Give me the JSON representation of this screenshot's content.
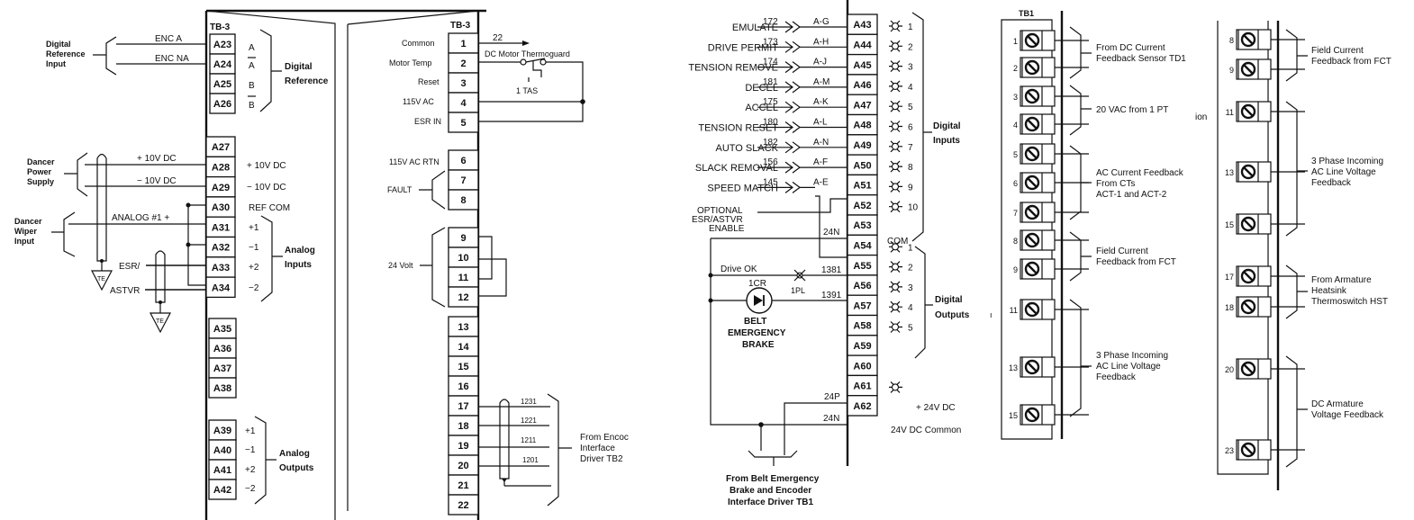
{
  "colors": {
    "ink": "#111111",
    "background": "#ffffff"
  },
  "panel_left": {
    "tb_label": "TB-3",
    "terminals_a": [
      "A23",
      "A24",
      "A25",
      "A26"
    ],
    "terminals_b": [
      "A27",
      "A28",
      "A29",
      "A30",
      "A31",
      "A32",
      "A33",
      "A34"
    ],
    "terminals_c": [
      "A35",
      "A36",
      "A37",
      "A38"
    ],
    "terminals_d": [
      "A39",
      "A40",
      "A41",
      "A42"
    ],
    "digital_ref_signals": [
      "A",
      "A",
      "B",
      "B"
    ],
    "digital_ref_label_1": "Digital",
    "digital_ref_label_2": "Reference",
    "digital_ref_input_lines": [
      "Digital",
      "Reference",
      "Input"
    ],
    "enc_a": "ENC A",
    "enc_na": "ENC NA",
    "dancer_power_lines": [
      "Dancer",
      "Power",
      "Supply"
    ],
    "plus10": "+ 10V DC",
    "minus10": "− 10V DC",
    "plus10_term": "+ 10V DC",
    "minus10_term": "− 10V DC",
    "ref_com": "REF COM",
    "dancer_wiper_lines": [
      "Dancer",
      "Wiper",
      "Input"
    ],
    "analog1": "ANALOG #1 +",
    "esr": "ESR/",
    "astvr": "ASTVR",
    "te": "TE",
    "analog_in_signals": [
      "+1",
      "−1",
      "+2",
      "−2"
    ],
    "analog_in_label_1": "Analog",
    "analog_in_label_2": "Inputs",
    "analog_out_signals": [
      "+1",
      "−1",
      "+2",
      "−2"
    ],
    "analog_out_label_1": "Analog",
    "analog_out_label_2": "Outputs"
  },
  "panel_mid": {
    "tb_label": "TB-3",
    "group1": [
      {
        "num": "1",
        "label": "Common"
      },
      {
        "num": "2",
        "label": "Motor Temp"
      },
      {
        "num": "3",
        "label": "Reset"
      },
      {
        "num": "4",
        "label": "115V AC"
      },
      {
        "num": "5",
        "label": "ESR IN"
      }
    ],
    "group2": [
      {
        "num": "6",
        "label": "115V AC RTN"
      },
      {
        "num": "7",
        "label": ""
      },
      {
        "num": "8",
        "label": ""
      }
    ],
    "group3": [
      "9",
      "10",
      "11",
      "12"
    ],
    "group4": [
      "13",
      "14",
      "15",
      "16",
      "17",
      "18",
      "19",
      "20",
      "21",
      "22"
    ],
    "fault": "FAULT",
    "volt24": "24 Volt",
    "wire22": "22",
    "thermoguard": "DC Motor Thermoguard",
    "tas": "1 TAS",
    "encoder_wires": [
      "1231",
      "1221",
      "1211",
      "1201"
    ],
    "encoder_label": [
      "From Encoc",
      "Interface",
      "Driver TB2"
    ]
  },
  "panel_io": {
    "inputs": [
      {
        "name": "EMULATE",
        "wire": "172",
        "conn": "A-G",
        "term": "A43",
        "idx": "1"
      },
      {
        "name": "DRIVE PERMIT",
        "wire": "173",
        "conn": "A-H",
        "term": "A44",
        "idx": "2"
      },
      {
        "name": "TENSION REMOVE",
        "wire": "174",
        "conn": "A-J",
        "term": "A45",
        "idx": "3"
      },
      {
        "name": "DECEL",
        "wire": "181",
        "conn": "A-M",
        "term": "A46",
        "idx": "4"
      },
      {
        "name": "ACCEL",
        "wire": "175",
        "conn": "A-K",
        "term": "A47",
        "idx": "5"
      },
      {
        "name": "TENSION RESET",
        "wire": "180",
        "conn": "A-L",
        "term": "A48",
        "idx": "6"
      },
      {
        "name": "AUTO SLACK",
        "wire": "182",
        "conn": "A-N",
        "term": "A49",
        "idx": "7"
      },
      {
        "name": "SLACK REMOVAL",
        "wire": "156",
        "conn": "A-F",
        "term": "A50",
        "idx": "8"
      },
      {
        "name": "SPEED MATCH",
        "wire": "145",
        "conn": "A-E",
        "term": "A51",
        "idx": "9"
      }
    ],
    "a52": "A52",
    "a52_idx": "10",
    "a53": "A53",
    "com": "COM",
    "optional_lines": [
      "OPTIONAL",
      "ESR/ASTVR",
      "ENABLE"
    ],
    "n24": "24N",
    "digital_inputs_label": [
      "Digital",
      "Inputs"
    ],
    "outputs": [
      {
        "term": "A54",
        "idx": "1"
      },
      {
        "term": "A55",
        "idx": "2"
      },
      {
        "term": "A56",
        "idx": "3"
      },
      {
        "term": "A57",
        "idx": "4"
      },
      {
        "term": "A58",
        "idx": "5"
      }
    ],
    "digital_outputs_label": [
      "Digital",
      "Outputs"
    ],
    "a59": "A59",
    "a60": "A60",
    "a61": "A61",
    "a62": "A62",
    "drive_ok": "Drive OK",
    "w1381": "1381",
    "w1391": "1391",
    "cr": "1CR",
    "pl": "1PL",
    "belt_lines": [
      "BELT",
      "EMERGENCY",
      "BRAKE"
    ],
    "p24": "24P",
    "n24b": "24N",
    "plus24": "+ 24V DC",
    "common24": "24V DC   Common",
    "from_belt": [
      "From Belt Emergency",
      "Brake and Encoder",
      "Interface Driver TB1"
    ],
    "stray_mark": "ı"
  },
  "panel_tb1": {
    "tb_label": "TB1",
    "terminals": [
      "1",
      "2",
      "3",
      "4",
      "5",
      "6",
      "7",
      "8",
      "9",
      "11",
      "13",
      "15"
    ],
    "groups": [
      [
        "From DC Current",
        "Feedback Sensor TD1"
      ],
      [
        "20 VAC from 1 PT"
      ],
      [
        "AC Current Feedback",
        "From CTs",
        " ACT-1 and ACT-2"
      ],
      [
        "Field Current",
        "Feedback from FCT"
      ],
      [
        "3 Phase Incoming",
        "AC Line Voltage",
        "Feedback"
      ]
    ],
    "stray_text": "ion"
  },
  "panel_tb2": {
    "terminals": [
      "8",
      "9",
      "11",
      "13",
      "15",
      "17",
      "18",
      "20",
      "23"
    ],
    "groups": [
      [
        "Field Current",
        "Feedback from FCT"
      ],
      [
        "3 Phase Incoming",
        "AC Line Voltage",
        "Feedback"
      ],
      [
        "From Armature",
        "Heatsink",
        "Thermoswitch HST"
      ],
      [
        "DC Armature",
        "Voltage Feedback"
      ]
    ]
  }
}
